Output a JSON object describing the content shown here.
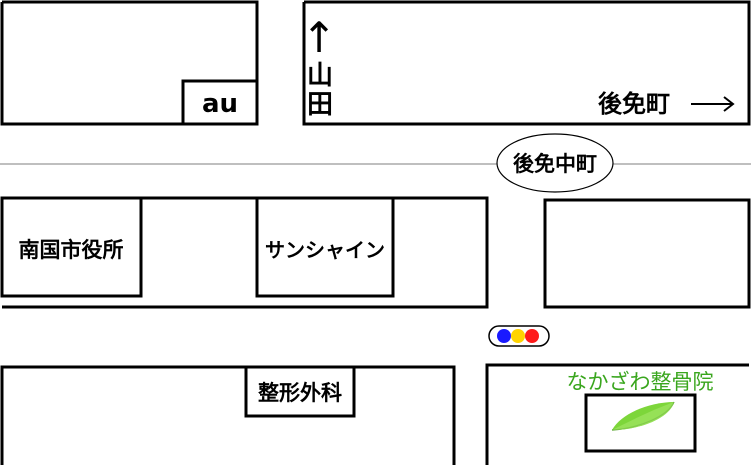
{
  "map": {
    "labels": {
      "au": "au",
      "yamada_1": "山",
      "yamada_2": "田",
      "gomen_machi": "後免町",
      "gomen_naka_machi": "後免中町",
      "nankoku_city_office": "南国市役所",
      "sunshine": "サンシャイン",
      "seikei_geka": "整形外科",
      "nakazawa_clinic": "なかざわ整骨院"
    },
    "arrows": {
      "north": "↑",
      "east": "⟶"
    },
    "traffic_light_colors": [
      "#1a1aff",
      "#ffd400",
      "#ff1a1a"
    ],
    "accent_green": "#3aa61e",
    "leaf_color": "#7dd63a"
  }
}
